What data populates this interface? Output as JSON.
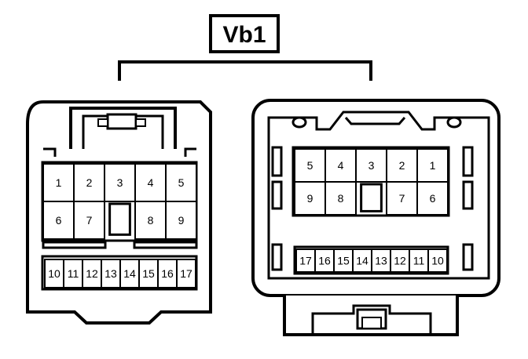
{
  "title": "Vb1",
  "left_connector": {
    "upper_pins": [
      [
        "1",
        "2",
        "3",
        "4",
        "5"
      ],
      [
        "6",
        "7",
        "",
        "8",
        "9"
      ]
    ],
    "lower_pins": [
      "10",
      "11",
      "12",
      "13",
      "14",
      "15",
      "16",
      "17"
    ]
  },
  "right_connector": {
    "upper_pins": [
      [
        "5",
        "4",
        "3",
        "2",
        "1"
      ],
      [
        "9",
        "8",
        "",
        "7",
        "6"
      ]
    ],
    "lower_pins": [
      "17",
      "16",
      "15",
      "14",
      "13",
      "12",
      "11",
      "10"
    ]
  }
}
